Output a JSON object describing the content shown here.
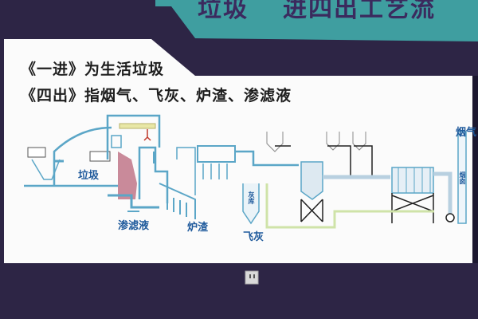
{
  "board": {
    "title_fragment_left": "垃圾",
    "title_fragment_right": "进四出工艺流",
    "line1": "《一进》为生活垃圾",
    "line2": "《四出》指烟气、飞灰、炉渣、渗滤液"
  },
  "diagram": {
    "label_garbage": "垃圾",
    "label_leachate": "渗滤液",
    "label_slag": "炉渣",
    "label_fly_ash": "飞灰",
    "label_ash_silo": "灰库",
    "label_flue_gas": "烟气",
    "label_chimney": "烟囱"
  },
  "colors": {
    "background": "#2d2545",
    "banner": "#3f9ea0",
    "panel": "#fbfbfb",
    "pipe": "#5ba6c7",
    "label": "#1f5a9c",
    "waste_pit": "#c98a9a",
    "ash_line": "#cfe3a8"
  }
}
